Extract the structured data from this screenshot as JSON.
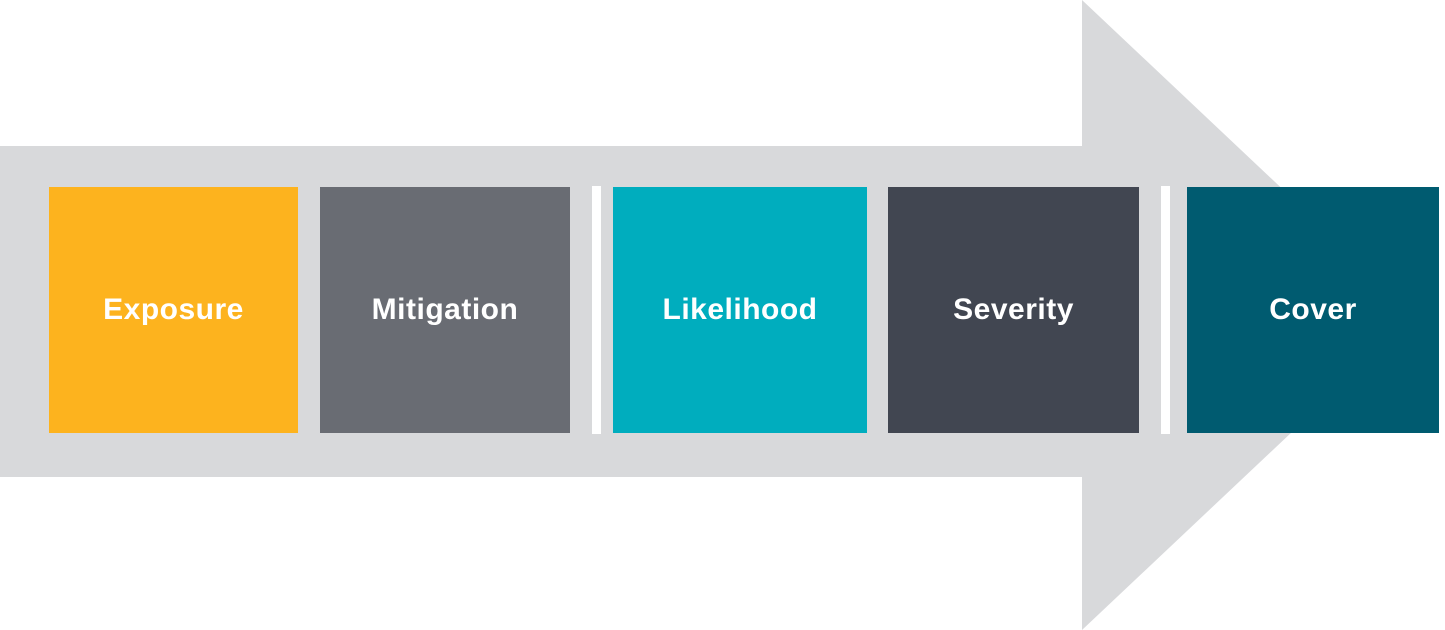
{
  "diagram": {
    "type": "process-flow-arrow",
    "direction": "right",
    "arrow_color": "#D8D9DB",
    "divider_color": "#FFFFFF",
    "text_color": "#FFFFFF",
    "steps": [
      {
        "label": "Exposure",
        "color": "#FDB31E"
      },
      {
        "label": "Mitigation",
        "color": "#696C73"
      },
      {
        "label": "Likelihood",
        "color": "#00ADBE"
      },
      {
        "label": "Severity",
        "color": "#414651"
      },
      {
        "label": "Cover",
        "color": "#005B70"
      }
    ]
  }
}
